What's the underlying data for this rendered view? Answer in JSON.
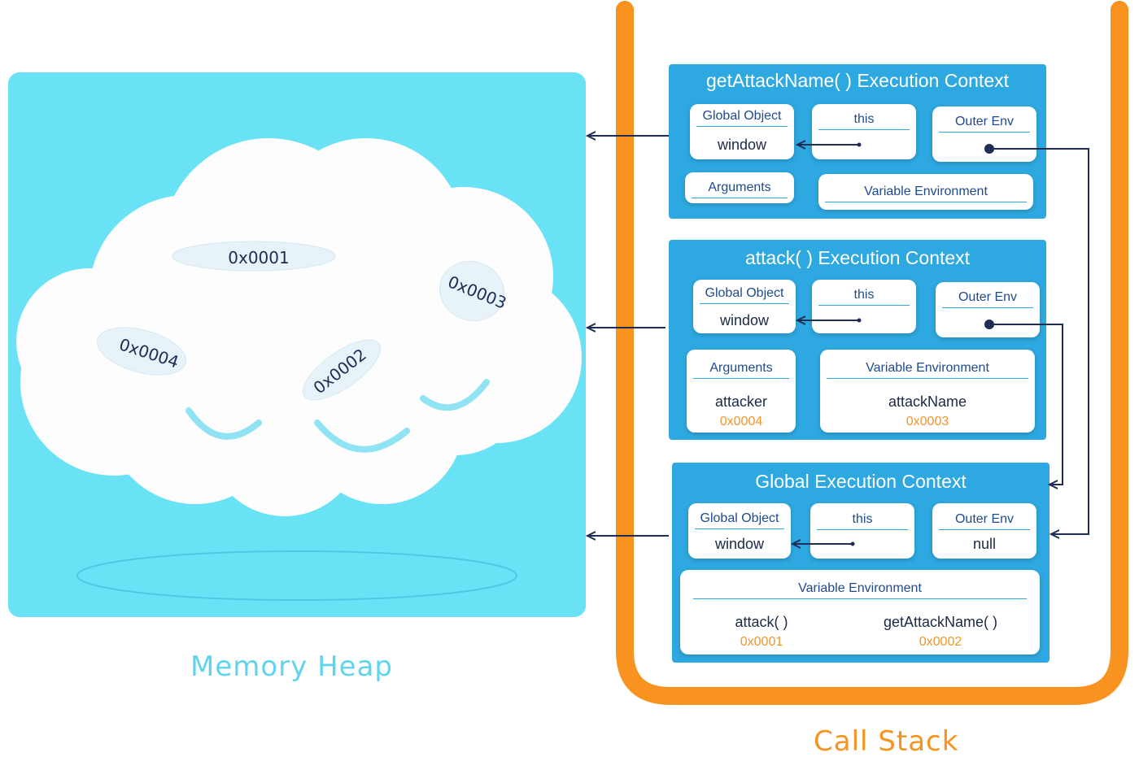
{
  "memory_heap": {
    "label": "Memory Heap",
    "addresses": [
      "0x0001",
      "0x0003",
      "0x0004",
      "0x0002"
    ]
  },
  "call_stack": {
    "label": "Call Stack",
    "contexts": [
      {
        "title": "getAttackName( ) Execution Context",
        "global_object": {
          "label": "Global Object",
          "value": "window"
        },
        "this": {
          "label": "this"
        },
        "outer_env": {
          "label": "Outer Env"
        },
        "arguments": {
          "label": "Arguments"
        },
        "variable_environment": {
          "label": "Variable Environment"
        }
      },
      {
        "title": "attack( ) Execution Context",
        "global_object": {
          "label": "Global Object",
          "value": "window"
        },
        "this": {
          "label": "this"
        },
        "outer_env": {
          "label": "Outer Env"
        },
        "arguments": {
          "label": "Arguments",
          "value": "attacker",
          "address": "0x0004"
        },
        "variable_environment": {
          "label": "Variable Environment",
          "value": "attackName",
          "address": "0x0003"
        }
      },
      {
        "title": "Global Execution Context",
        "global_object": {
          "label": "Global Object",
          "value": "window"
        },
        "this": {
          "label": "this"
        },
        "outer_env": {
          "label": "Outer Env",
          "value": "null"
        },
        "variable_environment": {
          "label": "Variable Environment",
          "entries": [
            {
              "name": "attack( )",
              "address": "0x0001"
            },
            {
              "name": "getAttackName( )",
              "address": "0x0002"
            }
          ]
        }
      }
    ]
  },
  "colors": {
    "heap_bg": "#6ae2f6",
    "context_bg": "#2ea8e0",
    "stack_outline": "#f7931e",
    "address_text": "#f0962b",
    "arrow": "#1f2d55"
  }
}
